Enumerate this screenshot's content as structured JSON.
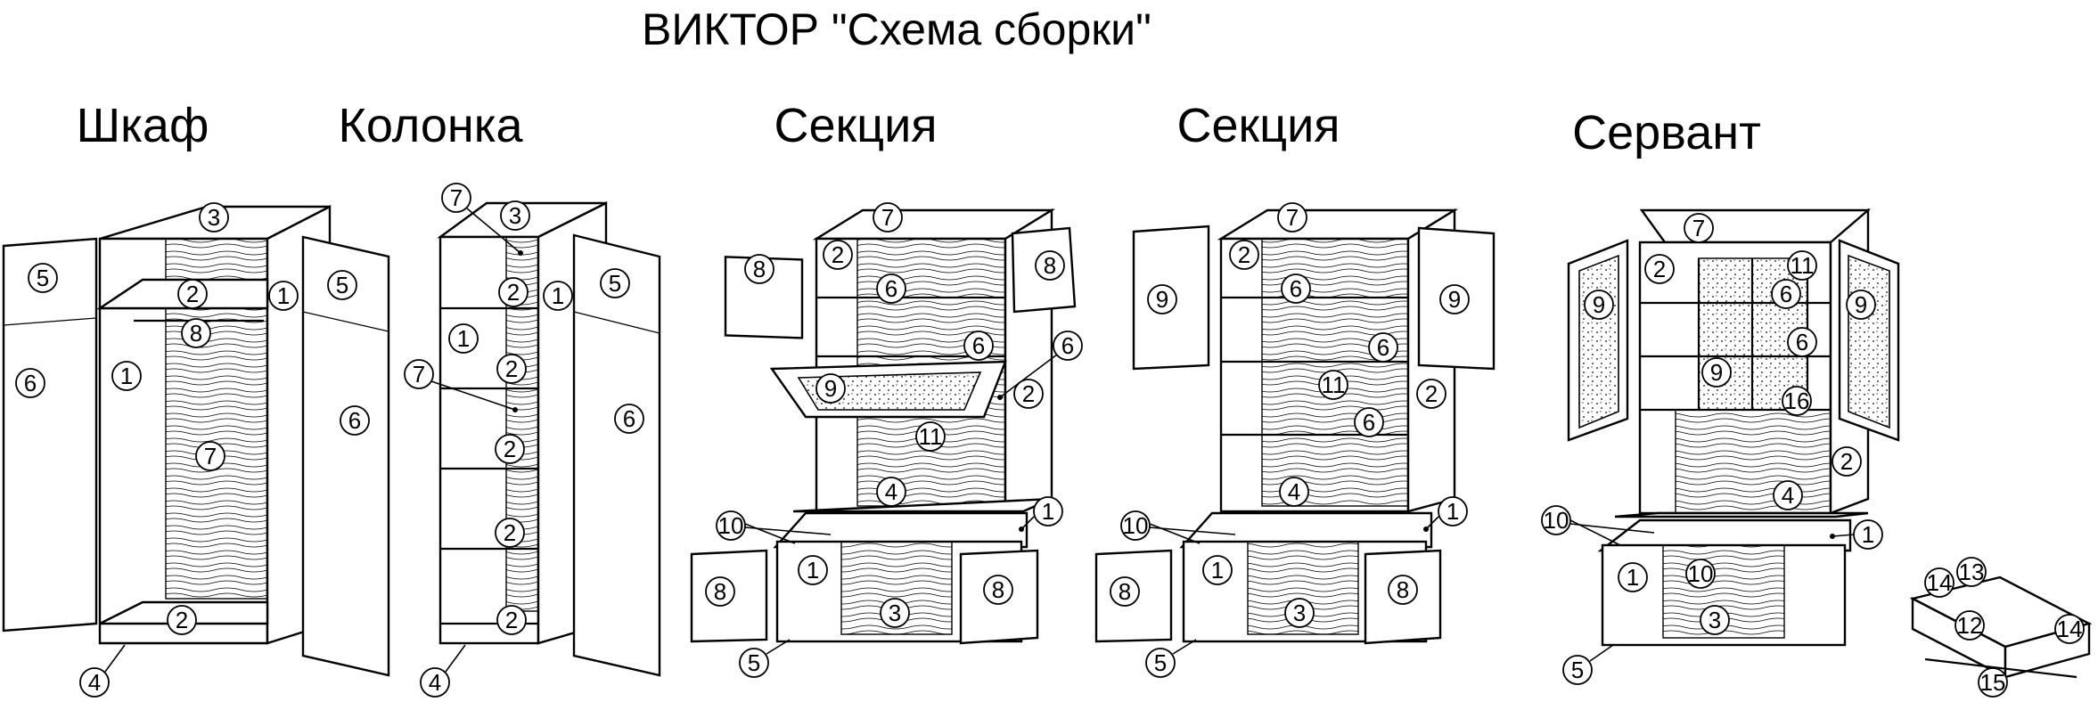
{
  "title": "ВИКТОР \"Схема сборки\"",
  "sections": [
    {
      "label": "Шкаф"
    },
    {
      "label": "Колонка"
    },
    {
      "label": "Секция"
    },
    {
      "label": "Секция"
    },
    {
      "label": "Сервант"
    }
  ],
  "parts": {
    "p1": "1",
    "p2": "2",
    "p3": "3",
    "p4": "4",
    "p5": "5",
    "p6": "6",
    "p7": "7",
    "p8": "8",
    "p9": "9",
    "p10": "10",
    "p11": "11",
    "p12": "12",
    "p13": "13",
    "p14": "14",
    "p15": "15",
    "p16": "16"
  }
}
